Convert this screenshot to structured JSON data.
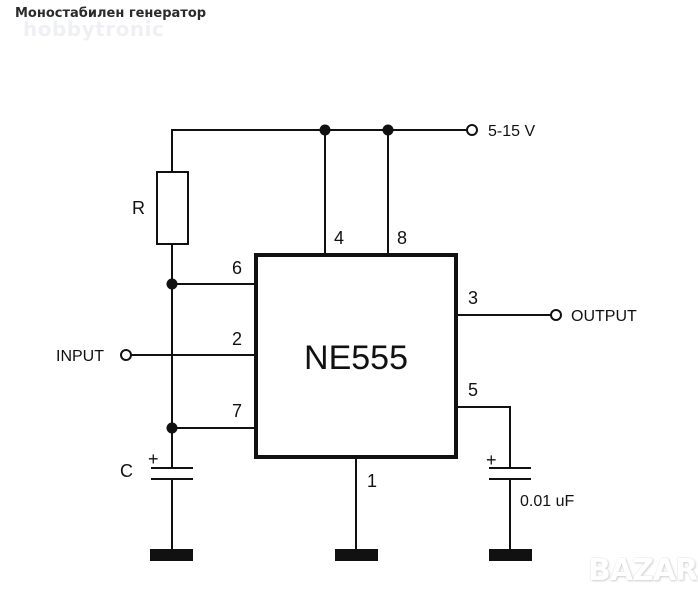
{
  "header": {
    "title": "Моностабилен генератор",
    "watermark": "hobbytronic"
  },
  "schematic": {
    "ic_label": "NE555",
    "supply_label": "5-15 V",
    "input_label": "INPUT",
    "output_label": "OUTPUT",
    "resistor_label": "R",
    "timing_capacitor_label": "C",
    "timing_capacitor_polarity": "+",
    "control_capacitor_label": "0.01 uF",
    "control_capacitor_polarity": "+",
    "pins": {
      "reset": "4",
      "vcc": "8",
      "threshold": "6",
      "trigger": "2",
      "discharge": "7",
      "ground": "1",
      "output": "3",
      "control": "5"
    }
  },
  "footer": {
    "watermark": "BAZAR"
  }
}
